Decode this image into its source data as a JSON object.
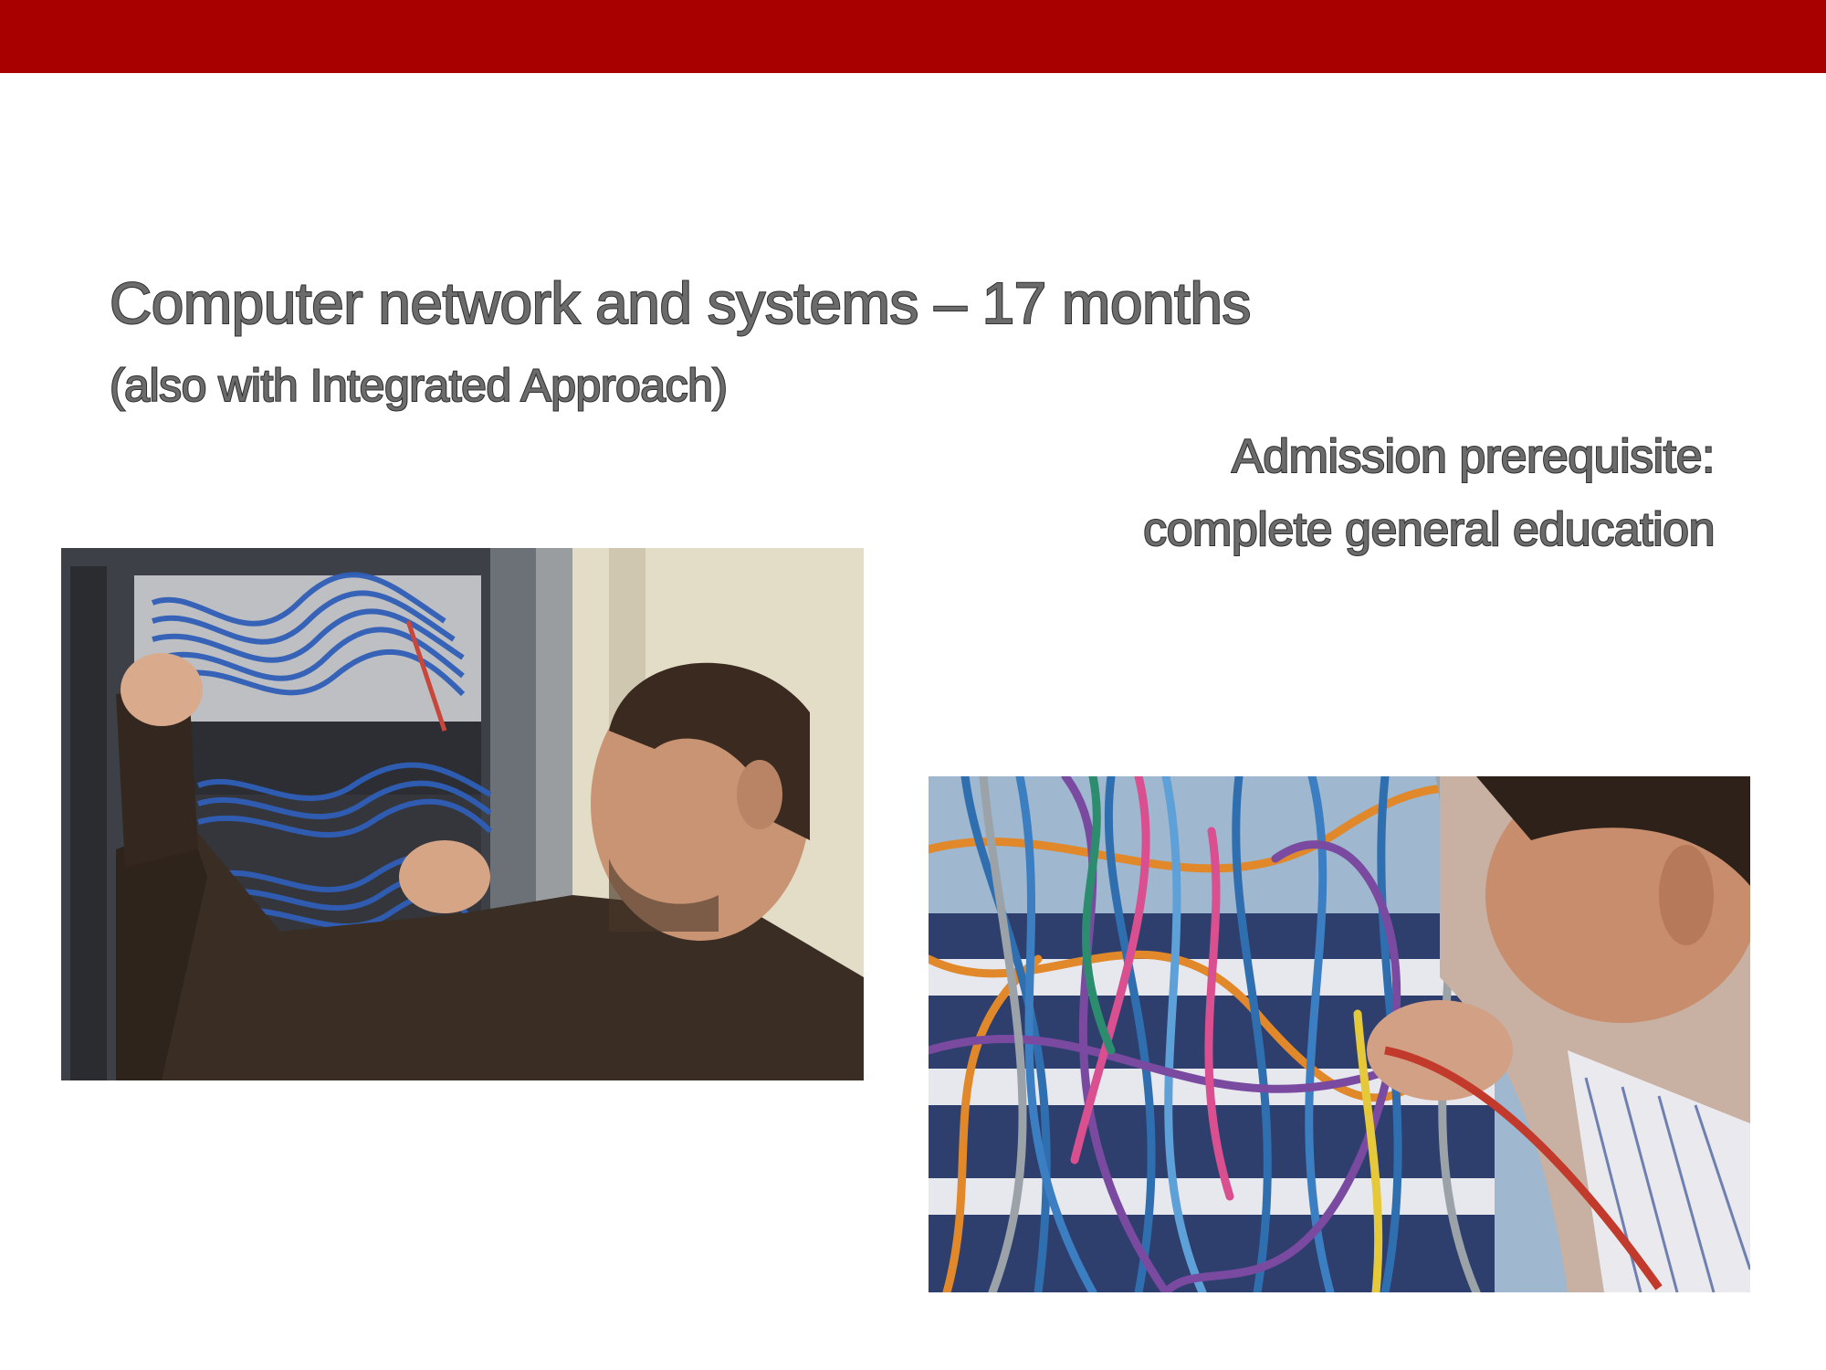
{
  "slide": {
    "title": "Computer network and systems – 17 months",
    "subtitle": "(also with Integrated Approach)",
    "prerequisite_label": "Admission prerequisite:",
    "prerequisite_value": "complete general education"
  },
  "images": {
    "left_photo": "technician-patching-server-rack-photo",
    "right_photo": "technician-handling-colored-network-cables-photo"
  },
  "colors": {
    "top_bar": "#a80000",
    "text_fill": "#6b6b6b",
    "text_outline": "#2e2e2e",
    "background": "#ffffff"
  }
}
